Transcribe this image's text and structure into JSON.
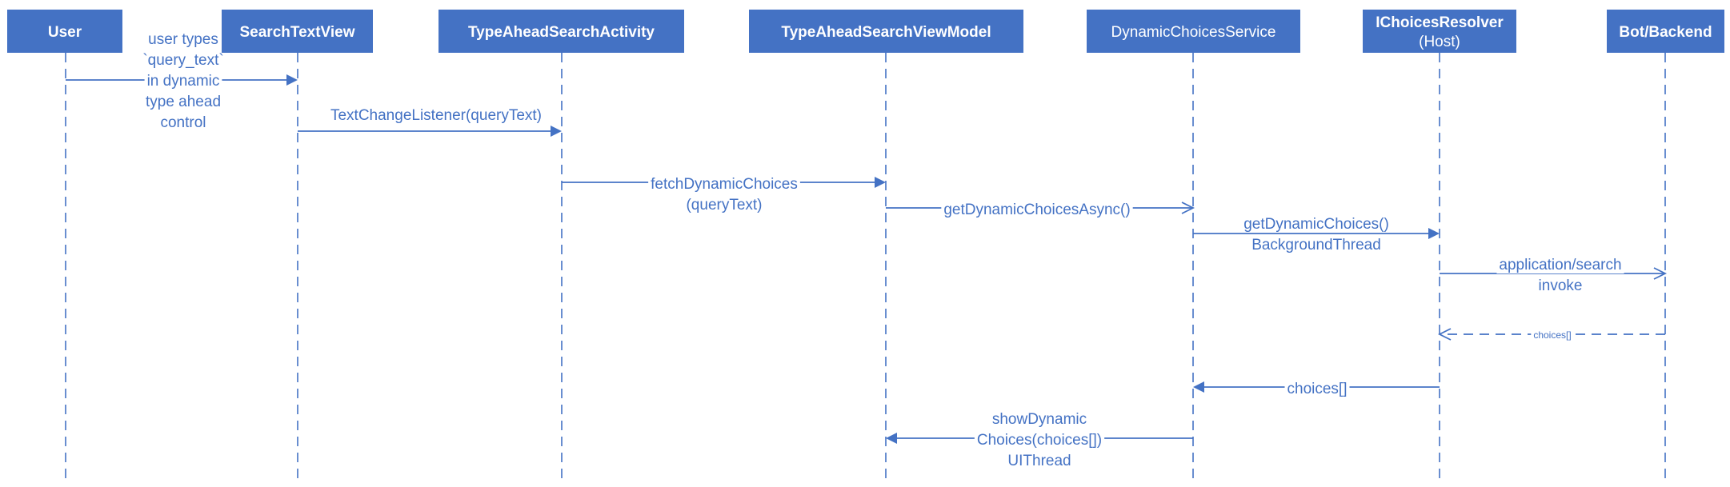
{
  "actors": [
    {
      "id": "user",
      "lines": [
        "User"
      ],
      "bold": true
    },
    {
      "id": "searchtextview",
      "lines": [
        "SearchTextView"
      ],
      "bold": true
    },
    {
      "id": "typeaheadsearchactivity",
      "lines": [
        "TypeAheadSearchActivity"
      ],
      "bold": true
    },
    {
      "id": "typeaheadsearchviewmodel",
      "lines": [
        "TypeAheadSearchViewModel"
      ],
      "bold": true
    },
    {
      "id": "dynamicchoicesservice",
      "lines": [
        "DynamicChoicesService"
      ],
      "bold": false
    },
    {
      "id": "ichoicesresolver",
      "lines": [
        "IChoicesResolver",
        "(Host)"
      ],
      "bold": false,
      "bold_first": true
    },
    {
      "id": "botbackend",
      "lines": [
        "Bot/Backend"
      ],
      "bold": true
    }
  ],
  "messages": [
    {
      "from": "user",
      "to": "searchtextview",
      "lines": [
        "user types",
        "`query_text`",
        "in dynamic",
        "type ahead",
        "control"
      ],
      "style": "solid",
      "head": "filled"
    },
    {
      "from": "searchtextview",
      "to": "typeaheadsearchactivity",
      "lines": [
        "TextChangeListener(queryText)"
      ],
      "style": "solid",
      "head": "filled"
    },
    {
      "from": "typeaheadsearchactivity",
      "to": "typeaheadsearchviewmodel",
      "lines": [
        "fetchDynamicChoices",
        "(queryText)"
      ],
      "style": "solid",
      "head": "filled"
    },
    {
      "from": "typeaheadsearchviewmodel",
      "to": "dynamicchoicesservice",
      "lines": [
        "getDynamicChoicesAsync()"
      ],
      "style": "solid",
      "head": "open"
    },
    {
      "from": "dynamicchoicesservice",
      "to": "ichoicesresolver",
      "lines": [
        "getDynamicChoices()",
        "BackgroundThread"
      ],
      "style": "solid",
      "head": "filled"
    },
    {
      "from": "ichoicesresolver",
      "to": "botbackend",
      "lines": [
        "application/search",
        "invoke"
      ],
      "style": "solid",
      "head": "open"
    },
    {
      "from": "botbackend",
      "to": "ichoicesresolver",
      "lines": [
        "choices[]"
      ],
      "style": "dashed",
      "head": "open",
      "small": true
    },
    {
      "from": "ichoicesresolver",
      "to": "dynamicchoicesservice",
      "lines": [
        "choices[]"
      ],
      "style": "solid",
      "head": "filled"
    },
    {
      "from": "dynamicchoicesservice",
      "to": "typeaheadsearchviewmodel",
      "lines": [
        "showDynamic",
        "Choices(choices[])",
        "UIThread"
      ],
      "style": "solid",
      "head": "filled"
    }
  ],
  "colors": {
    "primary": "#4472c4",
    "actor_text": "#ffffff",
    "background": "#ffffff"
  }
}
